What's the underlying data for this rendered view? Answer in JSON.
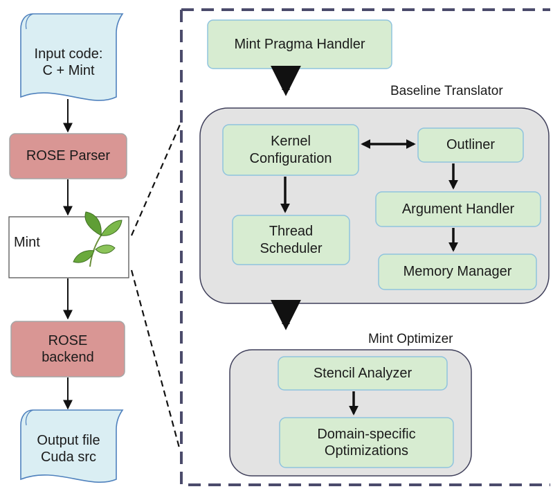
{
  "pipeline": {
    "input_doc": "Input  code:\nC + Mint",
    "rose_parser": "ROSE Parser",
    "mint": "Mint",
    "rose_backend": "ROSE\nbackend",
    "output_doc": "Output file\nCuda src"
  },
  "detail": {
    "pragma_handler": "Mint Pragma Handler",
    "baseline_title": "Baseline Translator",
    "kernel_config": "Kernel\nConfiguration",
    "outliner": "Outliner",
    "thread_scheduler": "Thread\nScheduler",
    "argument_handler": "Argument Handler",
    "memory_manager": "Memory Manager",
    "optimizer_title": "Mint Optimizer",
    "stencil_analyzer": "Stencil Analyzer",
    "domain_opt": "Domain-specific\nOptimizations"
  },
  "colors": {
    "doc_fill": "#daeef3",
    "doc_stroke": "#4f81bd",
    "rose_fill": "#d99694",
    "rose_stroke": "#a6a6a6",
    "green_fill": "#d7ecd1",
    "green_stroke": "#8fc3de",
    "group_fill": "#e3e3e3",
    "group_stroke": "#3f3f5a",
    "dash_frame": "#4b4b6b"
  },
  "icons": {
    "mint_logo": "mint-leaf-icon"
  }
}
